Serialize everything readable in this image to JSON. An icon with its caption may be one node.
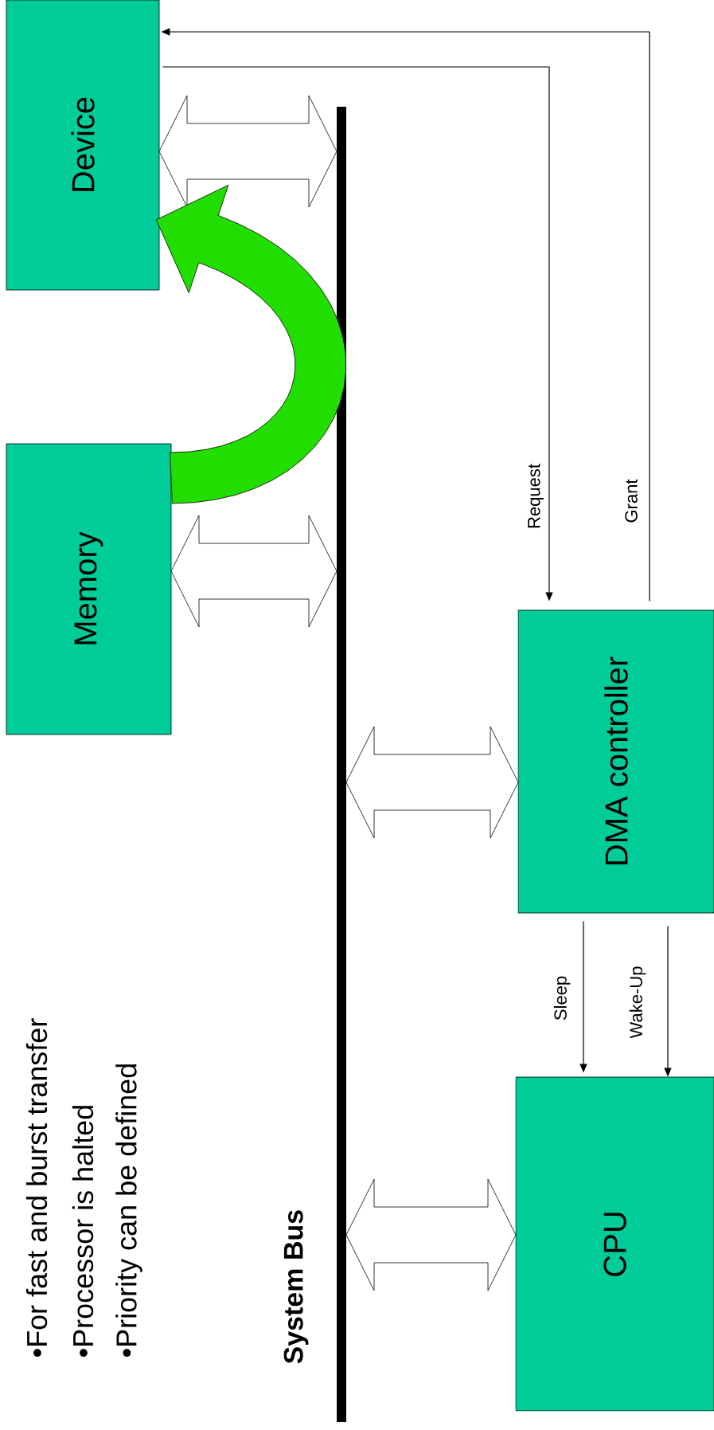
{
  "diagram": {
    "nodes": [
      {
        "text": [
          "Device"
        ]
      },
      {
        "text": [
          "Memory"
        ]
      },
      {
        "text": [
          "DMA controller"
        ]
      },
      {
        "text": [
          "CPU"
        ]
      },
      {
        "text": [],
        "shape": "bar",
        "beside": [
          "System Bus"
        ]
      }
    ],
    "edges": [
      {
        "from": 0,
        "to": 4,
        "arrow": "both",
        "style": "thick"
      },
      {
        "from": 1,
        "to": 4,
        "arrow": "both",
        "style": "thick"
      },
      {
        "from": 4,
        "to": 2,
        "arrow": "both",
        "style": "thick"
      },
      {
        "from": 4,
        "to": 3,
        "arrow": "both",
        "style": "thick"
      },
      {
        "from": 1,
        "to": 0,
        "arrow": "to",
        "style": "thick",
        "color": "#22dd00"
      },
      {
        "from": 0,
        "to": 2,
        "arrow": "to",
        "label": "Request"
      },
      {
        "from": 2,
        "to": 0,
        "arrow": "to",
        "label": "Grant"
      },
      {
        "from": 2,
        "to": 3,
        "arrow": "to",
        "label": "Sleep"
      },
      {
        "from": 2,
        "to": 3,
        "arrow": "to",
        "label": "Wake-Up"
      }
    ],
    "labels": [
      "•For fast and burst transfer",
      "•Processor is halted",
      "•Priority can be defined"
    ]
  }
}
